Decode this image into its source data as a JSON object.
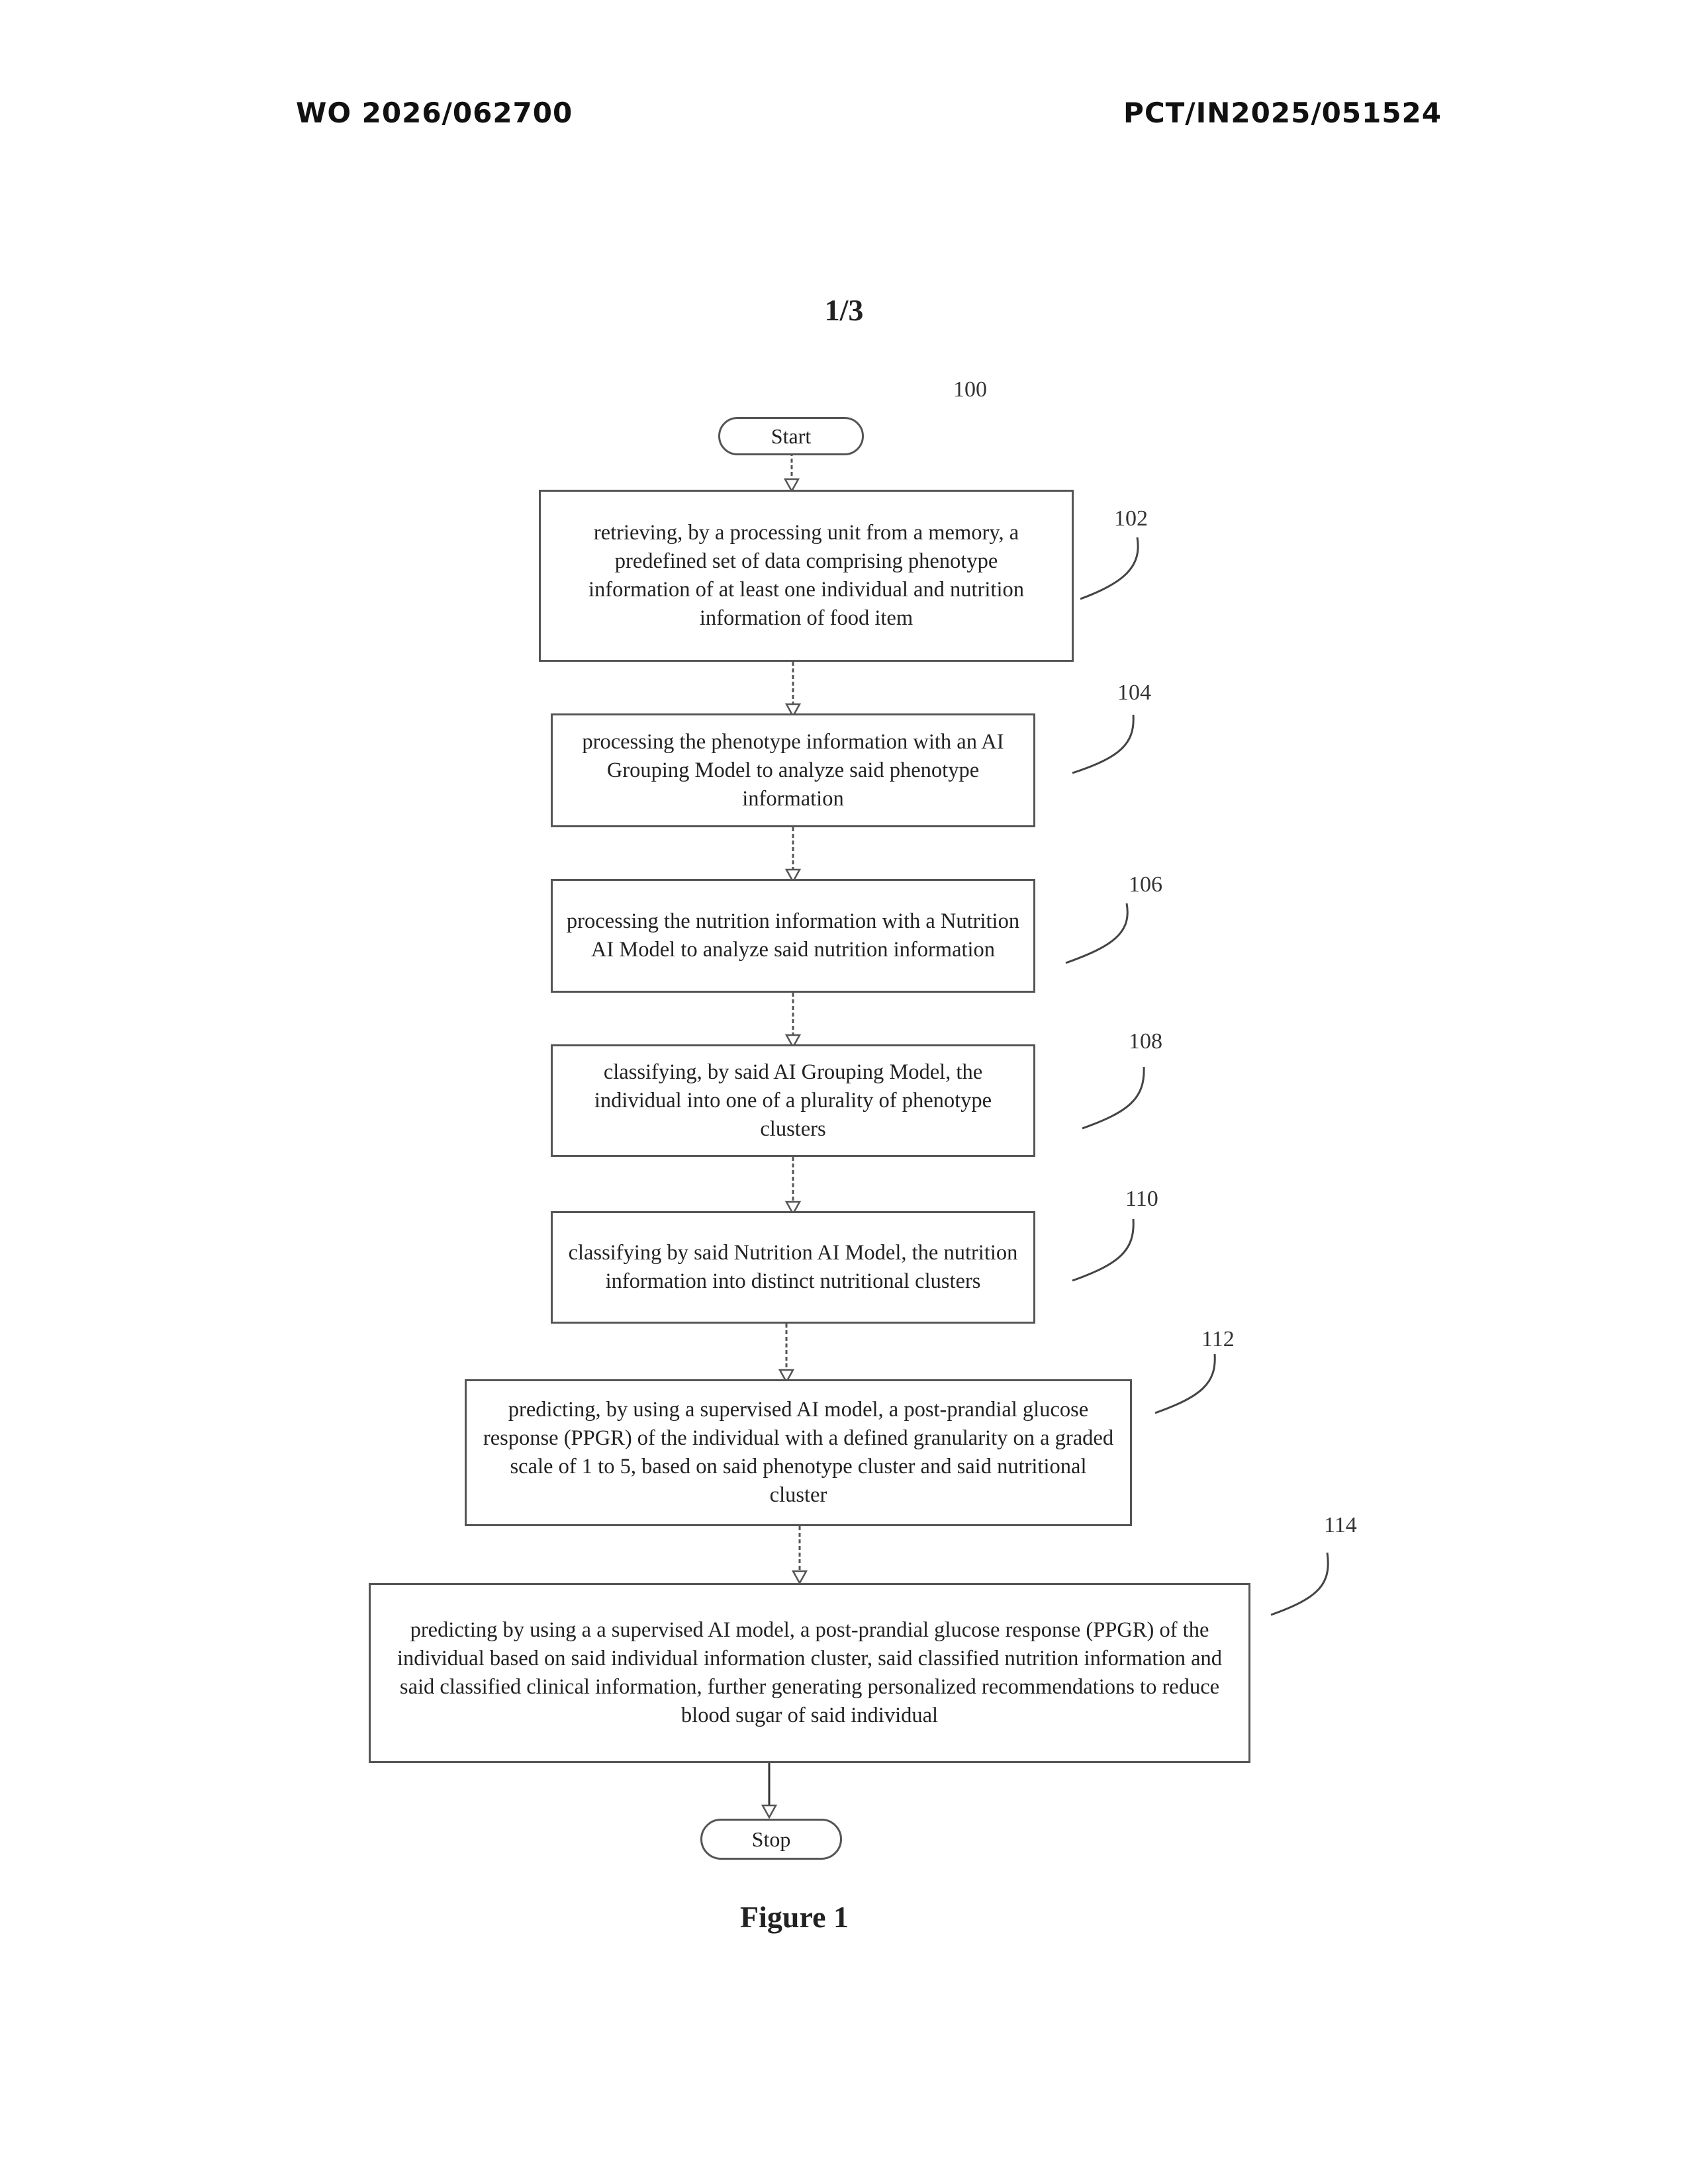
{
  "header": {
    "publication_number": "WO 2026/062700",
    "application_number": "PCT/IN2025/051524"
  },
  "sheet_label": "1/3",
  "figure_caption": "Figure 1",
  "flowchart": {
    "figure_ref": "100",
    "start_label": "Start",
    "stop_label": "Stop",
    "steps": [
      {
        "ref": "102",
        "text": "retrieving, by a processing unit from a memory, a predefined set of data comprising phenotype information of at least one individual and nutrition information of food item"
      },
      {
        "ref": "104",
        "text": "processing the phenotype information with an AI Grouping Model to analyze said phenotype information"
      },
      {
        "ref": "106",
        "text": "processing the nutrition information with a Nutrition AI Model to analyze said nutrition information"
      },
      {
        "ref": "108",
        "text": "classifying, by said AI Grouping Model, the individual into one of a plurality of phenotype clusters"
      },
      {
        "ref": "110",
        "text": "classifying by said Nutrition AI Model, the nutrition information into distinct nutritional clusters"
      },
      {
        "ref": "112",
        "text": "predicting, by using a supervised AI model, a post-prandial glucose response (PPGR) of the individual with a defined granularity on a graded scale of 1 to 5, based on said phenotype cluster and said nutritional cluster"
      },
      {
        "ref": "114",
        "text": "predicting by using a a supervised AI model, a post-prandial glucose response (PPGR) of the individual based on said individual information cluster, said classified nutrition information and said classified clinical information, further generating personalized recommendations to reduce blood sugar of said individual"
      }
    ]
  }
}
